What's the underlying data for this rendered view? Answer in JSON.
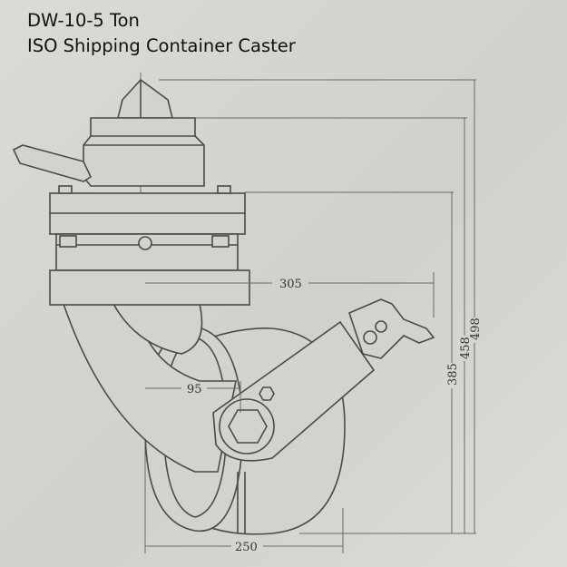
{
  "title": {
    "line1": "DW-10-5 Ton",
    "line2": "ISO Shipping Container Caster"
  },
  "dimensions": {
    "horizontal_offset": "305",
    "axle_offset": "95",
    "wheel_diameter": "250",
    "height_to_plate": "385",
    "height_to_top": "458",
    "overall_height": "498"
  }
}
